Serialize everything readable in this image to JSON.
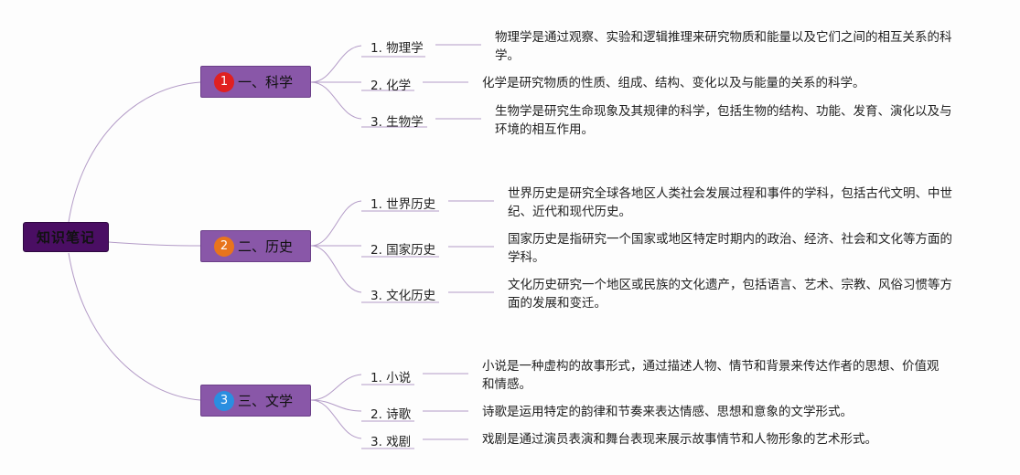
{
  "root": {
    "label": "知识笔记"
  },
  "branches": [
    {
      "badge": "1",
      "badge_color": "#e02020",
      "label": "一、科学",
      "items": [
        {
          "label": "1. 物理学",
          "description": "物理学是通过观察、实验和逻辑推理来研究物质和能量以及它们之间的相互关系的科学。"
        },
        {
          "label": "2. 化学",
          "description": "化学是研究物质的性质、组成、结构、变化以及与能量的关系的科学。"
        },
        {
          "label": "3. 生物学",
          "description": "生物学是研究生命现象及其规律的科学，包括生物的结构、功能、发育、演化以及与环境的相互作用。"
        }
      ]
    },
    {
      "badge": "2",
      "badge_color": "#e8741c",
      "label": "二、历史",
      "items": [
        {
          "label": "1. 世界历史",
          "description": "世界历史是研究全球各地区人类社会发展过程和事件的学科，包括古代文明、中世纪、近代和现代历史。"
        },
        {
          "label": "2. 国家历史",
          "description": "国家历史是指研究一个国家或地区特定时期内的政治、经济、社会和文化等方面的学科。"
        },
        {
          "label": "3. 文化历史",
          "description": "文化历史研究一个地区或民族的文化遗产，包括语言、艺术、宗教、风俗习惯等方面的发展和变迁。"
        }
      ]
    },
    {
      "badge": "3",
      "badge_color": "#2a8ee0",
      "label": "三、文学",
      "items": [
        {
          "label": "1. 小说",
          "description": "小说是一种虚构的故事形式，通过描述人物、情节和背景来传达作者的思想、价值观和情感。"
        },
        {
          "label": "2. 诗歌",
          "description": "诗歌是运用特定的韵律和节奏来表达情感、思想和意象的文学形式。"
        },
        {
          "label": "3. 戏剧",
          "description": "戏剧是通过演员表演和舞台表现来展示故事情节和人物形象的艺术形式。"
        }
      ]
    }
  ],
  "colors": {
    "root": "#4a0e63",
    "branch": "#8957a8",
    "connector": "#b39bc7"
  }
}
